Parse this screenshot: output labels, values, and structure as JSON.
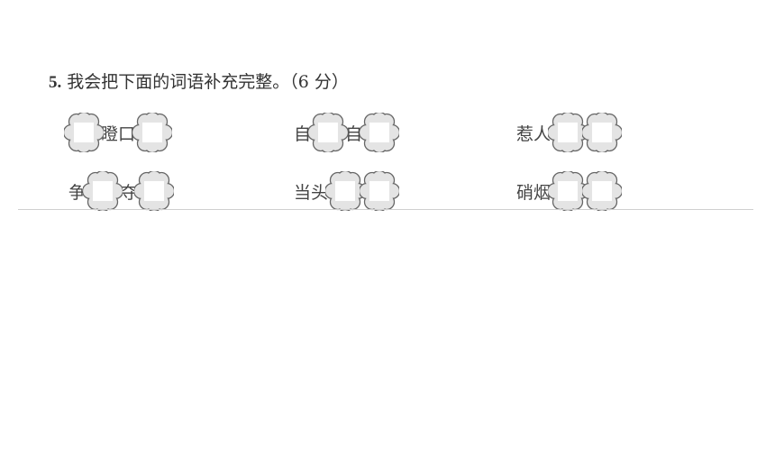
{
  "question": {
    "number": "5.",
    "text": "我会把下面的词语补充完整。（6 分）"
  },
  "rows": [
    {
      "items": [
        {
          "parts": [
            {
              "type": "blank"
            },
            {
              "type": "text",
              "value": "瞪口"
            },
            {
              "type": "blank"
            }
          ]
        },
        {
          "parts": [
            {
              "type": "text",
              "value": "自"
            },
            {
              "type": "blank"
            },
            {
              "type": "text",
              "value": "自"
            },
            {
              "type": "blank"
            }
          ]
        },
        {
          "parts": [
            {
              "type": "text",
              "value": "惹人"
            },
            {
              "type": "blank"
            },
            {
              "type": "blank"
            }
          ]
        }
      ]
    },
    {
      "items": [
        {
          "parts": [
            {
              "type": "text",
              "value": "争"
            },
            {
              "type": "blank"
            },
            {
              "type": "text",
              "value": "夺"
            },
            {
              "type": "blank"
            }
          ]
        },
        {
          "parts": [
            {
              "type": "text",
              "value": "当头"
            },
            {
              "type": "blank"
            },
            {
              "type": "blank"
            }
          ]
        },
        {
          "parts": [
            {
              "type": "text",
              "value": "硝烟"
            },
            {
              "type": "blank"
            },
            {
              "type": "blank"
            }
          ]
        }
      ]
    }
  ],
  "blank_icon": "flower-blank-icon"
}
